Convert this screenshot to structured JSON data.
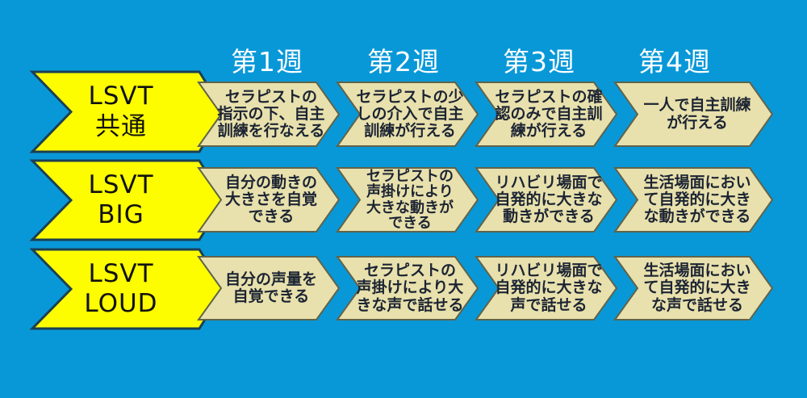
{
  "colors": {
    "background": "#0898d8",
    "yellow": "#fdfd00",
    "yellow-border": "#1c3f52",
    "tan": "#e8e1ad",
    "tan-border": "#60634a",
    "box-text": "#1c2433",
    "label-text": "#111111",
    "header-text": "#ffffff"
  },
  "week_headers": [
    "第1週",
    "第2週",
    "第3週",
    "第4週"
  ],
  "rows": [
    {
      "label_line1": "LSVT",
      "label_line2": "共通",
      "steps": [
        "セラピストの\n指示の下、自主\n訓練を行なえる",
        "セラピストの少\nしの介入で自主\n訓練が行える",
        "セラピストの確\n認のみで自主訓\n練が行える",
        "一人で自主訓練\nが行える"
      ]
    },
    {
      "label_line1": "LSVT",
      "label_line2": "BIG",
      "steps": [
        "自分の動きの\n大きさを自覚\nできる",
        "セラピストの\n声掛けにより\n大きな動きが\nできる",
        "リハビリ場面で\n自発的に大きな\n動きができる",
        "生活場面におい\nて自発的に大き\nな動きができる"
      ]
    },
    {
      "label_line1": "LSVT",
      "label_line2": "LOUD",
      "steps": [
        "自分の声量を\n自覚できる",
        "セラピストの\n声掛けにより大\nきな声で話せる",
        "リハビリ場面で\n自発的に大きな\n声で話せる",
        "生活場面におい\nて自発的に大き\nな声で話せる"
      ]
    }
  ]
}
